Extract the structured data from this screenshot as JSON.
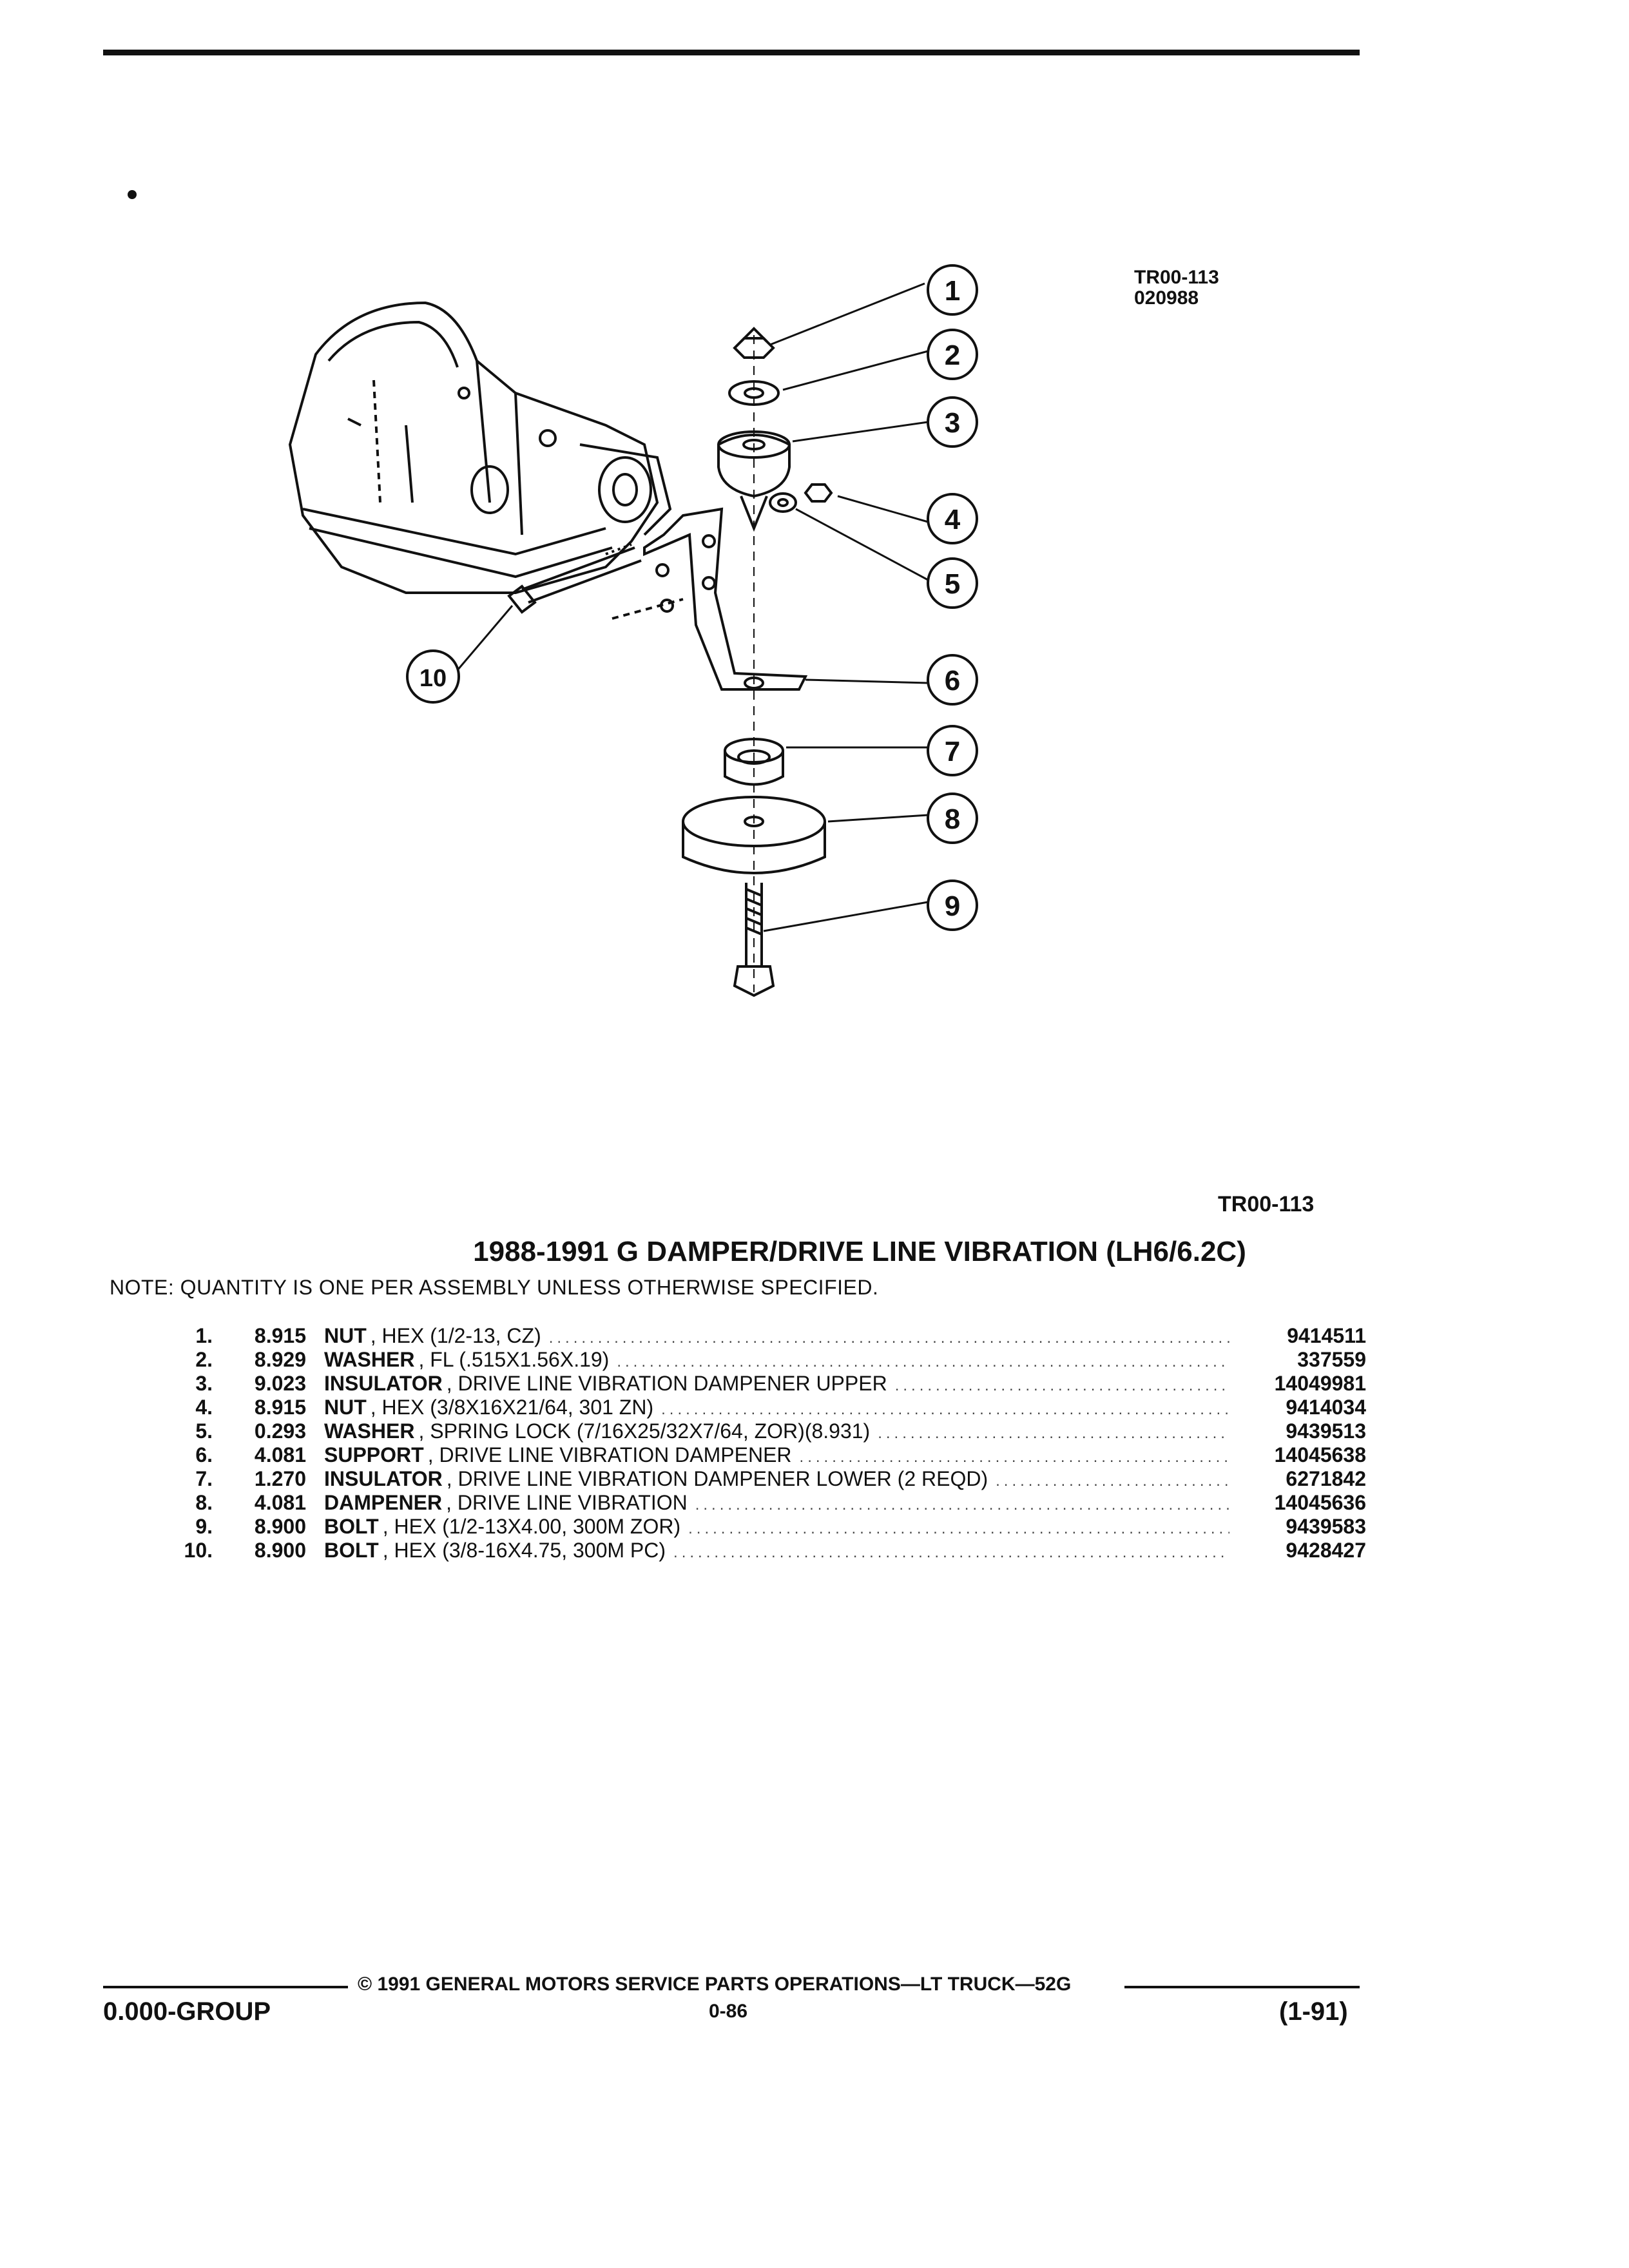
{
  "figure": {
    "code": "TR00-113",
    "date": "020988",
    "label": "TR00-113",
    "callouts": [
      "1",
      "2",
      "3",
      "4",
      "5",
      "6",
      "7",
      "8",
      "9",
      "10"
    ]
  },
  "title": "1988-1991 G DAMPER/DRIVE LINE VIBRATION (LH6/6.2C)",
  "note": "NOTE:  QUANTITY IS ONE PER ASSEMBLY UNLESS OTHERWISE SPECIFIED.",
  "parts": [
    {
      "no": "1.",
      "group": "8.915",
      "name": "NUT",
      "desc": ", HEX (1/2-13, CZ)",
      "pn": "9414511"
    },
    {
      "no": "2.",
      "group": "8.929",
      "name": "WASHER",
      "desc": ", FL (.515X1.56X.19)",
      "pn": "337559"
    },
    {
      "no": "3.",
      "group": "9.023",
      "name": "INSULATOR",
      "desc": ", DRIVE LINE VIBRATION DAMPENER UPPER",
      "pn": "14049981"
    },
    {
      "no": "4.",
      "group": "8.915",
      "name": "NUT",
      "desc": ", HEX (3/8X16X21/64, 301 ZN)",
      "pn": "9414034"
    },
    {
      "no": "5.",
      "group": "0.293",
      "name": "WASHER",
      "desc": ", SPRING LOCK (7/16X25/32X7/64, ZOR)(8.931)",
      "pn": "9439513"
    },
    {
      "no": "6.",
      "group": "4.081",
      "name": "SUPPORT",
      "desc": ", DRIVE LINE VIBRATION DAMPENER",
      "pn": "14045638"
    },
    {
      "no": "7.",
      "group": "1.270",
      "name": "INSULATOR",
      "desc": ", DRIVE LINE VIBRATION DAMPENER LOWER (2 REQD)",
      "pn": "6271842"
    },
    {
      "no": "8.",
      "group": "4.081",
      "name": "DAMPENER",
      "desc": ", DRIVE LINE VIBRATION",
      "pn": "14045636"
    },
    {
      "no": "9.",
      "group": "8.900",
      "name": "BOLT",
      "desc": ", HEX (1/2-13X4.00, 300M ZOR)",
      "pn": "9439583"
    },
    {
      "no": "10.",
      "group": "8.900",
      "name": "BOLT",
      "desc": ", HEX (3/8-16X4.75, 300M PC)",
      "pn": "9428427"
    }
  ],
  "footer": {
    "copyright": "© 1991 GENERAL MOTORS SERVICE PARTS OPERATIONS—LT TRUCK—52G",
    "group": "0.000-GROUP",
    "page": "0-86",
    "revision": "(1-91)"
  }
}
